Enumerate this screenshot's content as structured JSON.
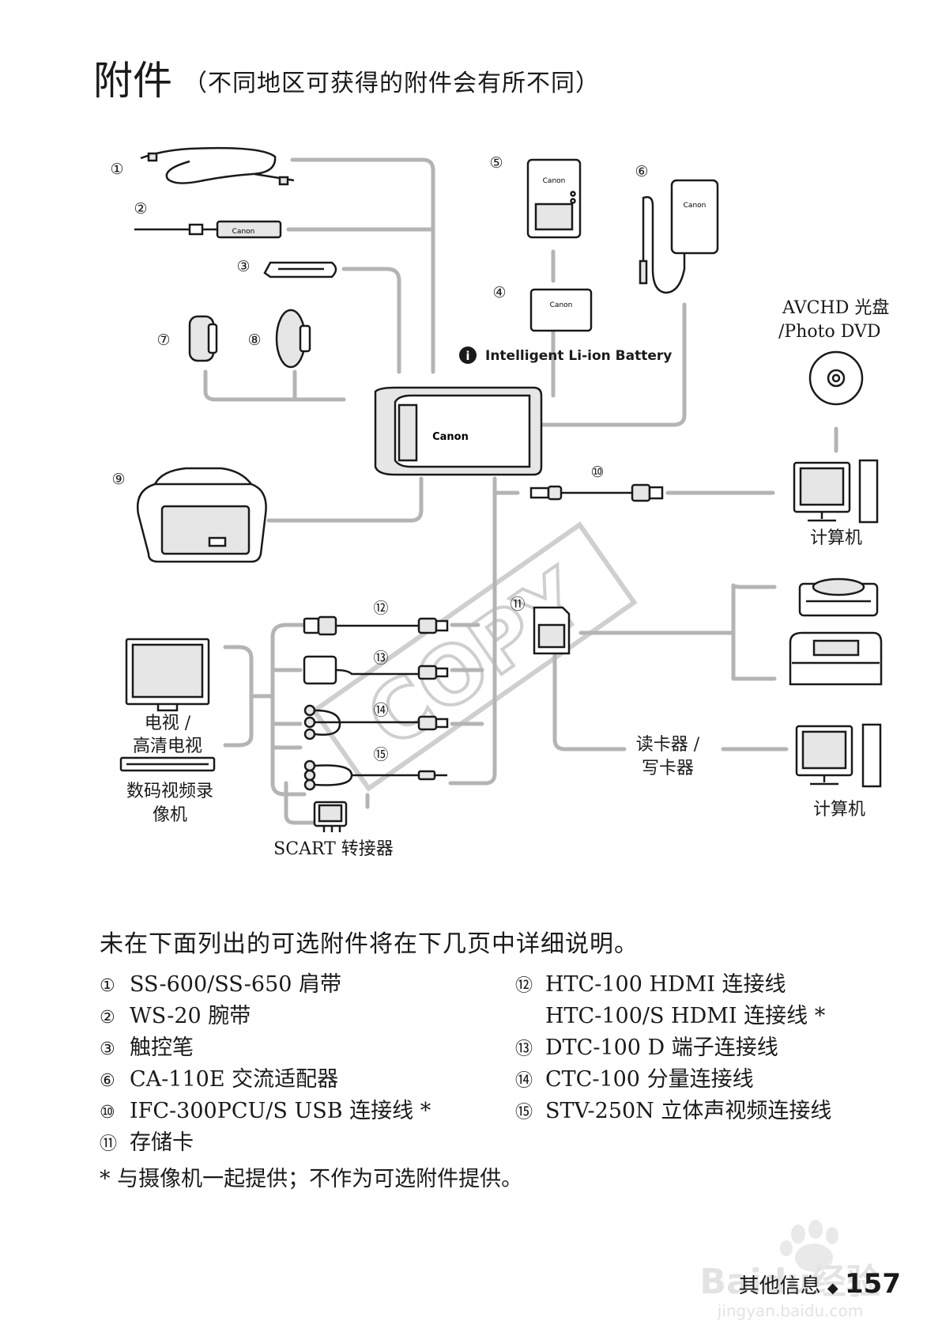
{
  "header": {
    "title": "附件",
    "subtitle": "（不同地区可获得的附件会有所不同）"
  },
  "diagram": {
    "numbers": [
      "①",
      "②",
      "③",
      "④",
      "⑤",
      "⑥",
      "⑦",
      "⑧",
      "⑨",
      "⑩",
      "⑪",
      "⑫",
      "⑬",
      "⑭",
      "⑮"
    ],
    "battery_label": "Intelligent Li-ion Battery",
    "disc_label_line1": "AVCHD 光盘",
    "disc_label_line2": "/Photo DVD",
    "computer_label": "计算机",
    "tv_label_line1": "电视 /",
    "tv_label_line2": "高清电视",
    "recorder_label_line1": "数码视频录",
    "recorder_label_line2": "像机",
    "scart_label": "SCART 转接器",
    "reader_label_line1": "读卡器 /",
    "reader_label_line2": "写卡器",
    "brand": "Canon",
    "stamp": "COPY"
  },
  "intro": "未在下面列出的可选附件将在下几页中详细说明。",
  "list_left": [
    {
      "num": "①",
      "text": "SS-600/SS-650 肩带"
    },
    {
      "num": "②",
      "text": "WS-20 腕带"
    },
    {
      "num": "③",
      "text": "触控笔"
    },
    {
      "num": "⑥",
      "text": "CA-110E 交流适配器"
    },
    {
      "num": "⑩",
      "text": "IFC-300PCU/S USB 连接线 *"
    },
    {
      "num": "⑪",
      "text": "存储卡"
    }
  ],
  "list_right": [
    {
      "num": "⑫",
      "text": "HTC-100 HDMI 连接线"
    },
    {
      "num": "",
      "text": "HTC-100/S HDMI 连接线 *"
    },
    {
      "num": "⑬",
      "text": "DTC-100 D 端子连接线"
    },
    {
      "num": "⑭",
      "text": "CTC-100 分量连接线"
    },
    {
      "num": "⑮",
      "text": "STV-250N 立体声视频连接线"
    }
  ],
  "note": "* 与摄像机一起提供；不作为可选附件提供。",
  "footer": {
    "section": "其他信息",
    "bullet": "◆",
    "page": "157"
  },
  "watermark": {
    "brand": "Baidu经验",
    "url": "jingyan.baidu.com"
  }
}
